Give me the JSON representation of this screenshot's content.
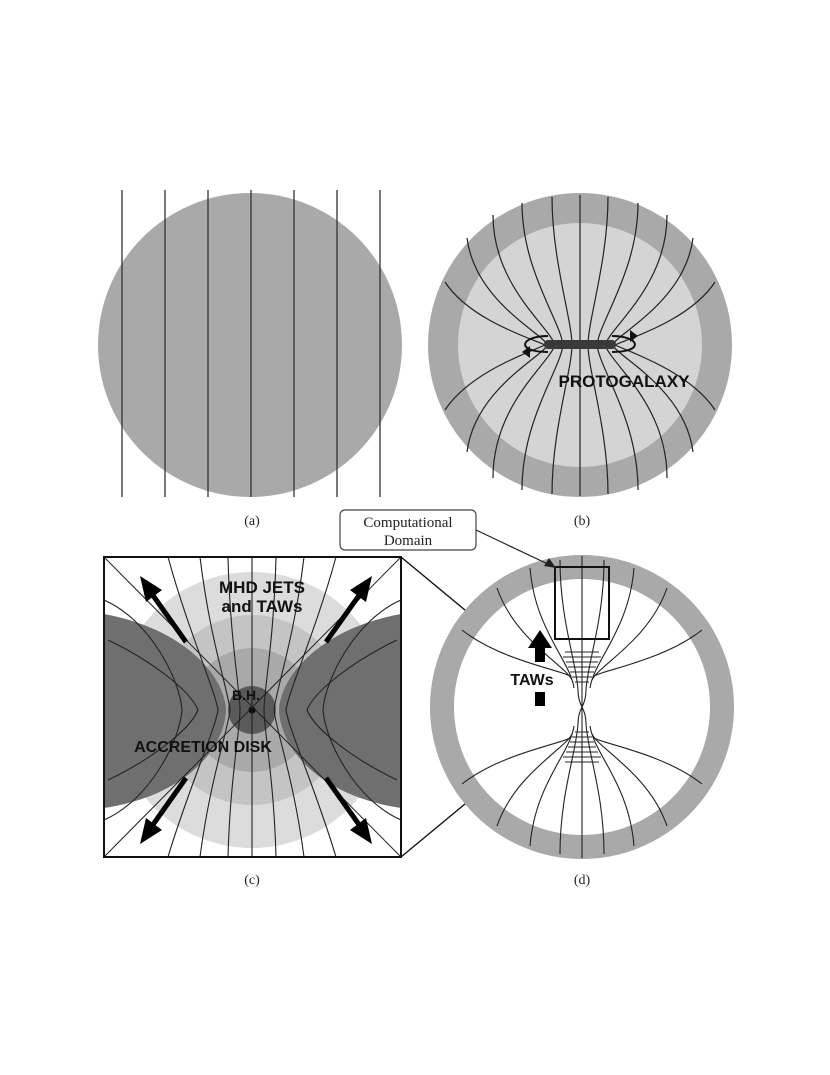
{
  "panels": {
    "a": {
      "caption": "(a)"
    },
    "b": {
      "caption": "(b)",
      "label": "PROTOGALAXY"
    },
    "c": {
      "caption": "(c)",
      "jets_label_line1": "MHD JETS",
      "jets_label_line2": "and TAWs",
      "bh_label": "B.H.",
      "disk_label": "ACCRETION DISK"
    },
    "d": {
      "caption": "(d)",
      "domain_label_line1": "Computational",
      "domain_label_line2": "Domain",
      "taws_label": "TAWs"
    }
  },
  "colors": {
    "disk_dark": "#6f6f6f",
    "cloud_mid": "#a9a9a9",
    "cloud_light": "#d4d4d4",
    "core": "#5a5a5a"
  }
}
